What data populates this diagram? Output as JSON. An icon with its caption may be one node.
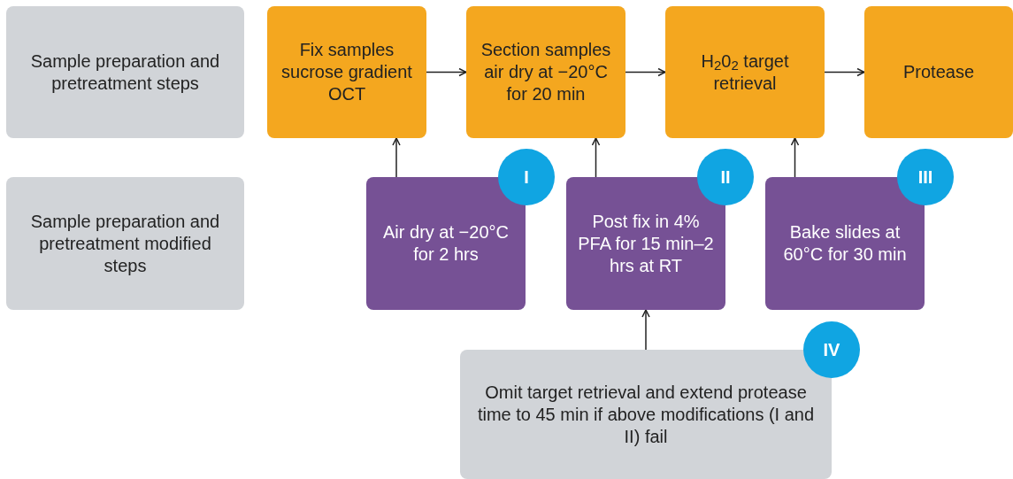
{
  "diagram": {
    "nodes": [
      {
        "text": [
          "Sample preparation and pretreatment steps"
        ]
      },
      {
        "text": [
          "Fix samples sucrose gradient OCT"
        ]
      },
      {
        "text": [
          "Section samples air dry at −20°C for 20 min"
        ]
      },
      {
        "text": [
          "H$_{2}$0$_{2}$ target retrieval"
        ]
      },
      {
        "text": [
          "Protease"
        ]
      },
      {
        "text": [
          "Sample preparation and pretreatment modified steps"
        ]
      },
      {
        "text": [
          "Air dry at −20°C for 2 hrs"
        ]
      },
      {
        "text": [
          "I"
        ]
      },
      {
        "text": [
          "Post fix in 4% PFA for 15 min–2 hrs at RT"
        ]
      },
      {
        "text": [
          "II"
        ]
      },
      {
        "text": [
          "Bake slides at 60°C for 30 min"
        ]
      },
      {
        "text": [
          "III"
        ]
      },
      {
        "text": [
          "Omit target retrieval and extend protease time to 45 min if above modifications (I and II) fail"
        ]
      },
      {
        "text": [
          "IV"
        ]
      }
    ],
    "edges": [
      {
        "from": 1,
        "to": 2,
        "arrow": "to"
      },
      {
        "from": 2,
        "to": 3,
        "arrow": "to"
      },
      {
        "from": 3,
        "to": 4,
        "arrow": "to"
      },
      {
        "from": 6,
        "to": 1,
        "arrow": "to"
      },
      {
        "from": 8,
        "to": 2,
        "arrow": "to"
      },
      {
        "from": 10,
        "to": 3,
        "arrow": "to"
      },
      {
        "from": 12,
        "to": 8,
        "arrow": "to"
      }
    ]
  }
}
